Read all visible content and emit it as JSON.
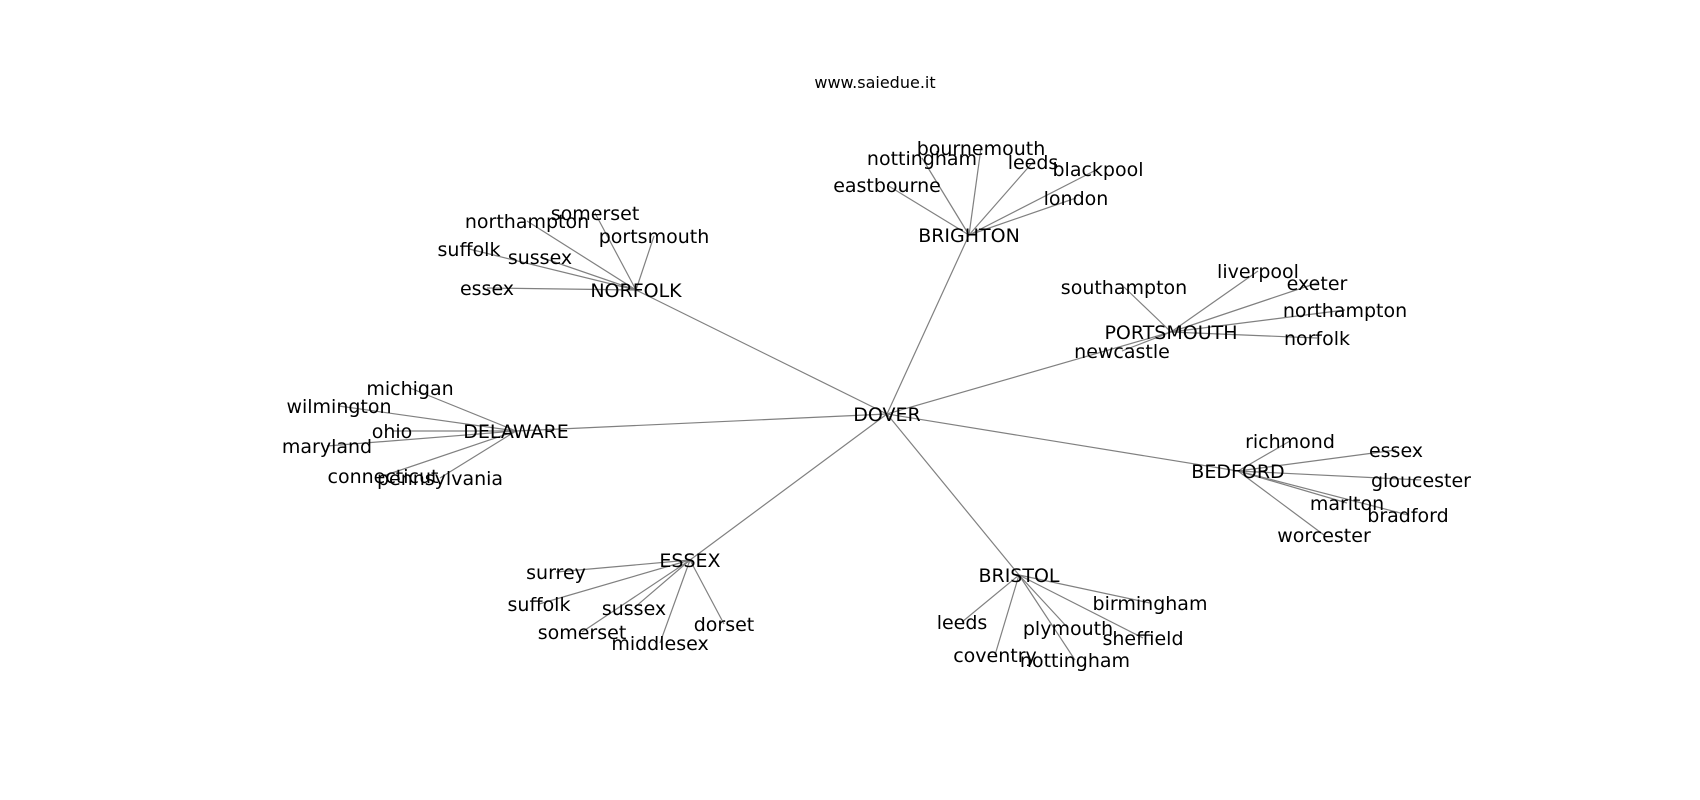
{
  "header": {
    "title": "www.saiedue.it"
  },
  "graph": {
    "root": "DOVER",
    "hubs": [
      {
        "name": "NORFOLK",
        "children": [
          "somerset",
          "northampton",
          "portsmouth",
          "suffolk",
          "sussex",
          "essex"
        ]
      },
      {
        "name": "BRIGHTON",
        "children": [
          "bournemouth",
          "nottingham",
          "leeds",
          "blackpool",
          "eastbourne",
          "london"
        ]
      },
      {
        "name": "PORTSMOUTH",
        "children": [
          "liverpool",
          "exeter",
          "southampton",
          "northampton",
          "norfolk",
          "newcastle"
        ]
      },
      {
        "name": "DELAWARE",
        "children": [
          "michigan",
          "wilmington",
          "ohio",
          "maryland",
          "connecticut",
          "pennsylvania"
        ]
      },
      {
        "name": "BEDFORD",
        "children": [
          "richmond",
          "essex",
          "gloucester",
          "marlton",
          "bradford",
          "worcester"
        ]
      },
      {
        "name": "ESSEX",
        "children": [
          "surrey",
          "suffolk",
          "sussex",
          "somerset",
          "middlesex",
          "dorset"
        ]
      },
      {
        "name": "BRISTOL",
        "children": [
          "birmingham",
          "leeds",
          "plymouth",
          "sheffield",
          "coventry",
          "nottingham"
        ]
      }
    ]
  }
}
